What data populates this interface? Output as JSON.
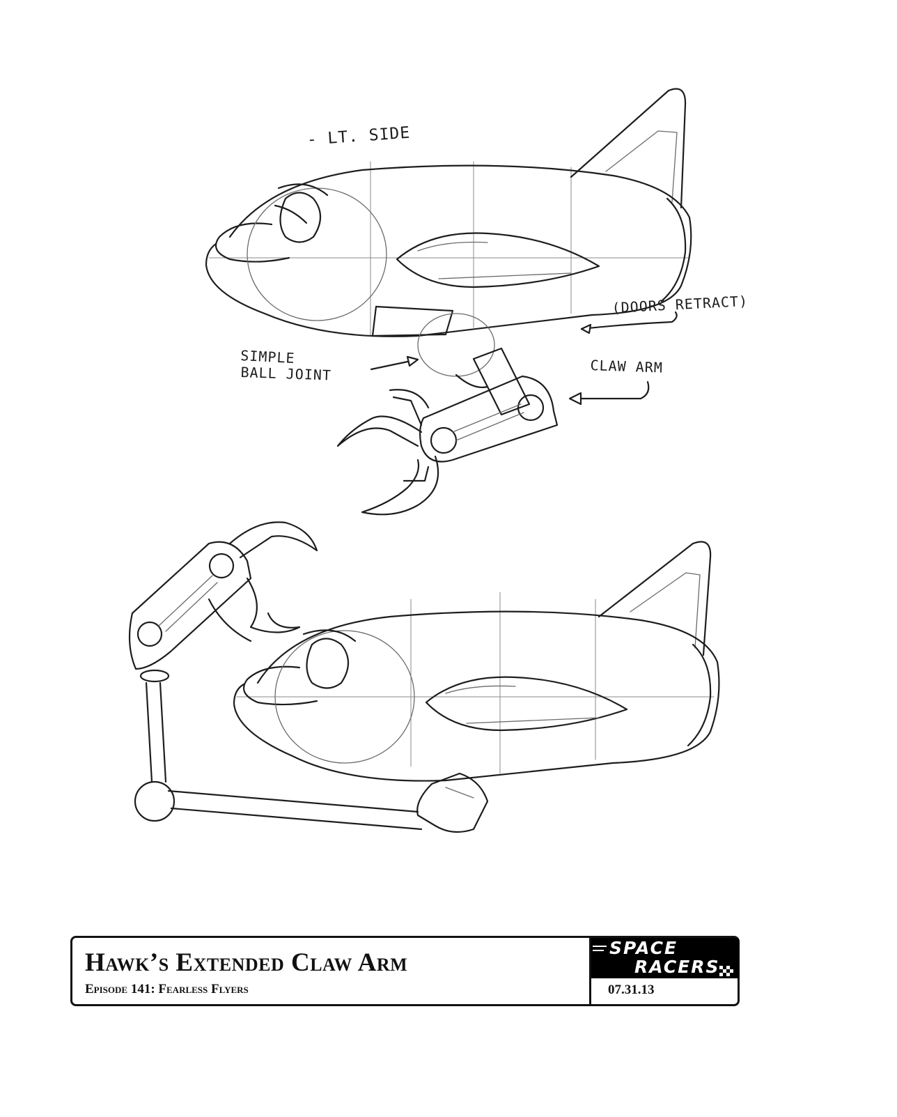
{
  "annotations": {
    "side_label": "- LT. SIDE",
    "doors": "(DOORS RETRACT)",
    "ball_joint_line1": "SIMPLE",
    "ball_joint_line2": "BALL JOINT",
    "claw_arm": "CLAW ARM"
  },
  "title_block": {
    "title": "Hawk’s Extended Claw Arm",
    "subtitle": "Episode 141: Fearless Flyers",
    "logo_line1": "SPACE",
    "logo_line2": "RACERS",
    "date": "07.31.13"
  }
}
